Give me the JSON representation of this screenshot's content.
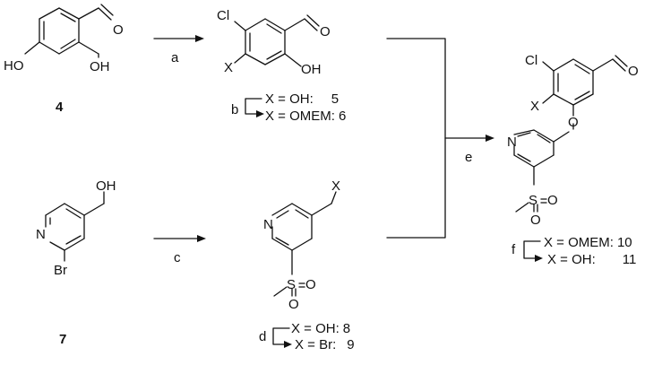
{
  "compounds": {
    "c4": {
      "number": "4",
      "atoms": {
        "oh_left": "HO",
        "oh_right": "OH",
        "ald_o": "O"
      }
    },
    "c56": {
      "atoms": {
        "cl": "Cl",
        "x": "X",
        "oh": "OH",
        "ald_o": "O"
      },
      "variants": [
        {
          "text": "X = OH:",
          "number": "5"
        },
        {
          "text": "X = OMEM:",
          "number": "6"
        }
      ]
    },
    "c7": {
      "number": "7",
      "atoms": {
        "n": "N",
        "br": "Br",
        "oh": "OH"
      }
    },
    "c89": {
      "atoms": {
        "n": "N",
        "x": "X",
        "s": "S",
        "o1": "O",
        "o2": "O"
      },
      "variants": [
        {
          "text": "X = OH:",
          "number": "8"
        },
        {
          "text": "X = Br:",
          "number": "9"
        }
      ]
    },
    "c1011": {
      "atoms": {
        "cl": "Cl",
        "x": "X",
        "ald_o": "O",
        "ether_o": "O",
        "n": "N",
        "s": "S",
        "o1": "O",
        "o2": "O"
      },
      "variants": [
        {
          "text": "X = OMEM:",
          "number": "10"
        },
        {
          "text": "X = OH:",
          "number": "11"
        }
      ]
    }
  },
  "steps": {
    "a": "a",
    "b": "b",
    "c": "c",
    "d": "d",
    "e": "e",
    "f": "f"
  }
}
